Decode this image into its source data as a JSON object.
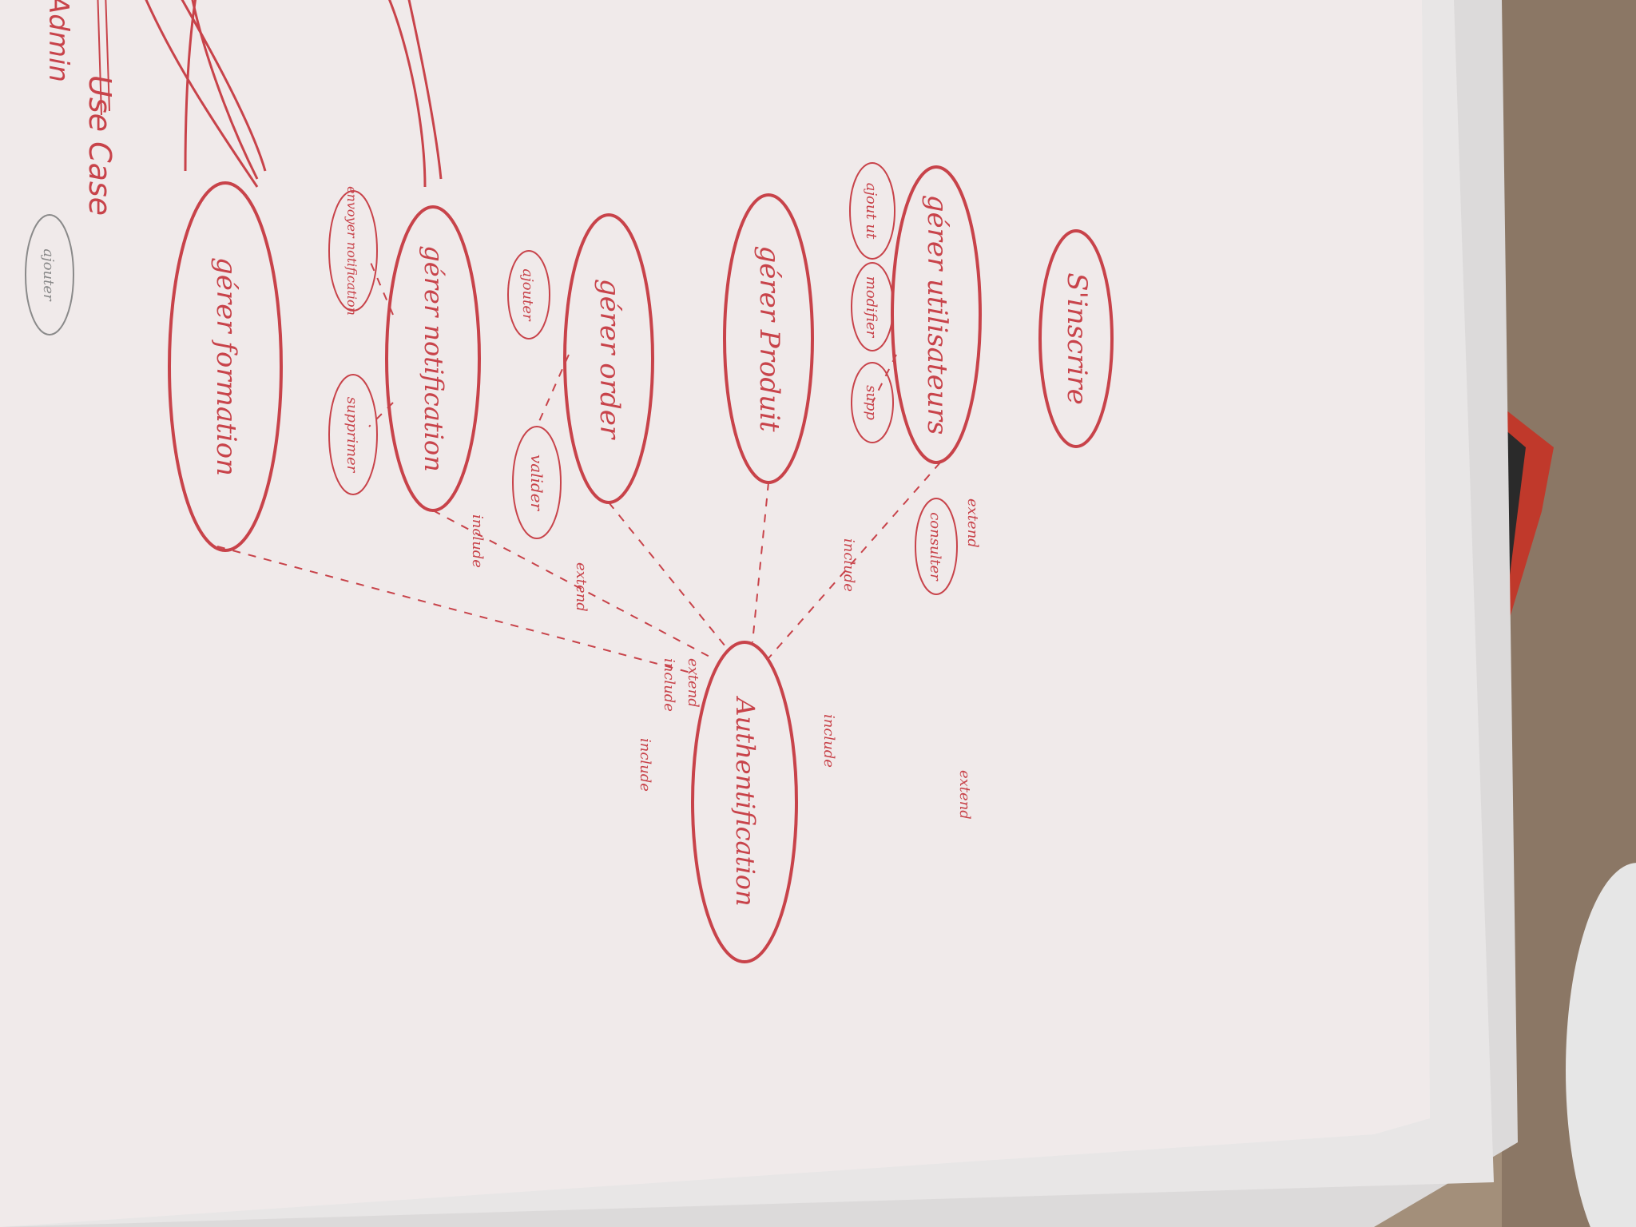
{
  "diagram": {
    "header": {
      "actor_label": "Admin",
      "heading": "Use Case"
    },
    "use_cases": [
      {
        "id": "inscrire",
        "label": "S'inscrire"
      },
      {
        "id": "utilisateurs",
        "label": "gérer utilisateurs"
      },
      {
        "id": "produit",
        "label": "gérer Produit"
      },
      {
        "id": "order",
        "label": "gérer order"
      },
      {
        "id": "notification",
        "label": "gérer notification"
      },
      {
        "id": "formation",
        "label": "gérer formation"
      },
      {
        "id": "authentification",
        "label": "Authentification"
      }
    ],
    "sub_cases": [
      {
        "id": "ajout-util",
        "label": "ajout ut"
      },
      {
        "id": "modifier-util",
        "label": "modifier"
      },
      {
        "id": "supp-util",
        "label": "supp"
      },
      {
        "id": "consulter",
        "label": "consulter"
      },
      {
        "id": "ajouter-order",
        "label": "ajouter"
      },
      {
        "id": "valider-order",
        "label": "valider"
      },
      {
        "id": "envoyer-notif",
        "label": "envoyer notification"
      },
      {
        "id": "supprimer-notif",
        "label": "supprimer"
      },
      {
        "id": "ajouter-form",
        "label": "ajouter"
      }
    ],
    "relations": [
      {
        "id": "r1",
        "label": "include"
      },
      {
        "id": "r2",
        "label": "extend"
      },
      {
        "id": "r3",
        "label": "extend"
      },
      {
        "id": "r4",
        "label": "include"
      },
      {
        "id": "r5",
        "label": "include"
      },
      {
        "id": "r6",
        "label": "include"
      },
      {
        "id": "r7",
        "label": "include"
      },
      {
        "id": "r8",
        "label": "extend"
      },
      {
        "id": "r9",
        "label": "extend"
      }
    ],
    "colors": {
      "ink": "#c8434a",
      "pencil": "#8a8a8a",
      "paper": "#f4f2f2",
      "table": "#a38f7a"
    }
  }
}
